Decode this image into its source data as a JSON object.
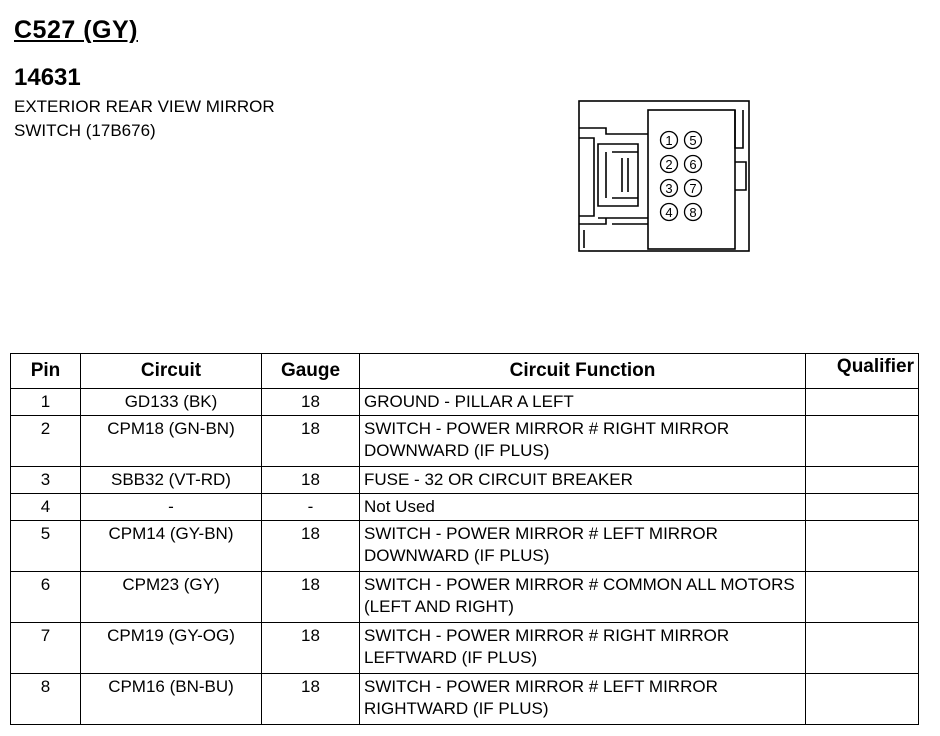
{
  "header": {
    "connector_id": "C527 (GY)",
    "part_number": "14631",
    "description_line1": "EXTERIOR REAR VIEW MIRROR",
    "description_line2": "SWITCH (17B676)"
  },
  "connector_view": {
    "pins": [
      "1",
      "2",
      "3",
      "4",
      "5",
      "6",
      "7",
      "8"
    ]
  },
  "table": {
    "headers": [
      "Pin",
      "Circuit",
      "Gauge",
      "Circuit Function",
      "Qualifier"
    ],
    "rows": [
      {
        "pin": "1",
        "circuit": "GD133 (BK)",
        "gauge": "18",
        "function": "GROUND - PILLAR A LEFT",
        "qualifier": ""
      },
      {
        "pin": "2",
        "circuit": "CPM18 (GN-BN)",
        "gauge": "18",
        "function": "SWITCH - POWER MIRROR # RIGHT MIRROR DOWNWARD (IF PLUS)",
        "qualifier": ""
      },
      {
        "pin": "3",
        "circuit": "SBB32 (VT-RD)",
        "gauge": "18",
        "function": "FUSE - 32 OR CIRCUIT BREAKER",
        "qualifier": ""
      },
      {
        "pin": "4",
        "circuit": "-",
        "gauge": "-",
        "function": "Not Used",
        "qualifier": ""
      },
      {
        "pin": "5",
        "circuit": "CPM14 (GY-BN)",
        "gauge": "18",
        "function": "SWITCH - POWER MIRROR # LEFT MIRROR DOWNWARD (IF PLUS)",
        "qualifier": ""
      },
      {
        "pin": "6",
        "circuit": "CPM23 (GY)",
        "gauge": "18",
        "function": "SWITCH - POWER MIRROR # COMMON ALL MOTORS (LEFT AND RIGHT)",
        "qualifier": ""
      },
      {
        "pin": "7",
        "circuit": "CPM19 (GY-OG)",
        "gauge": "18",
        "function": "SWITCH - POWER MIRROR # RIGHT MIRROR LEFTWARD (IF PLUS)",
        "qualifier": ""
      },
      {
        "pin": "8",
        "circuit": "CPM16 (BN-BU)",
        "gauge": "18",
        "function": "SWITCH - POWER MIRROR # LEFT MIRROR RIGHTWARD (IF PLUS)",
        "qualifier": ""
      }
    ]
  }
}
